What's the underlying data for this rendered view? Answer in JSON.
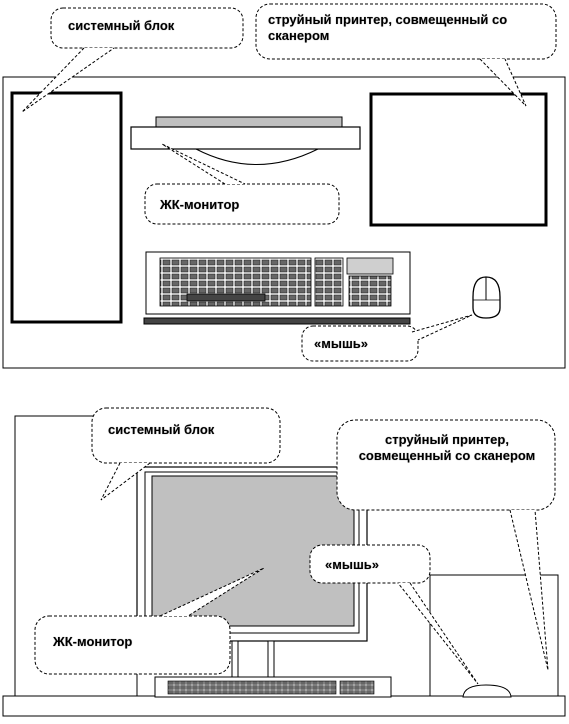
{
  "top_view": {
    "callout_system_unit": "системный блок",
    "callout_printer": "струйный принтер, совмещенный со сканером",
    "callout_monitor": "ЖК-монитор",
    "callout_mouse": "«мышь»"
  },
  "front_view": {
    "callout_system_unit": "системный блок",
    "callout_printer": "струйный принтер, совмещенный со сканером",
    "callout_monitor": "ЖК-монитор",
    "callout_mouse": "«мышь»"
  }
}
